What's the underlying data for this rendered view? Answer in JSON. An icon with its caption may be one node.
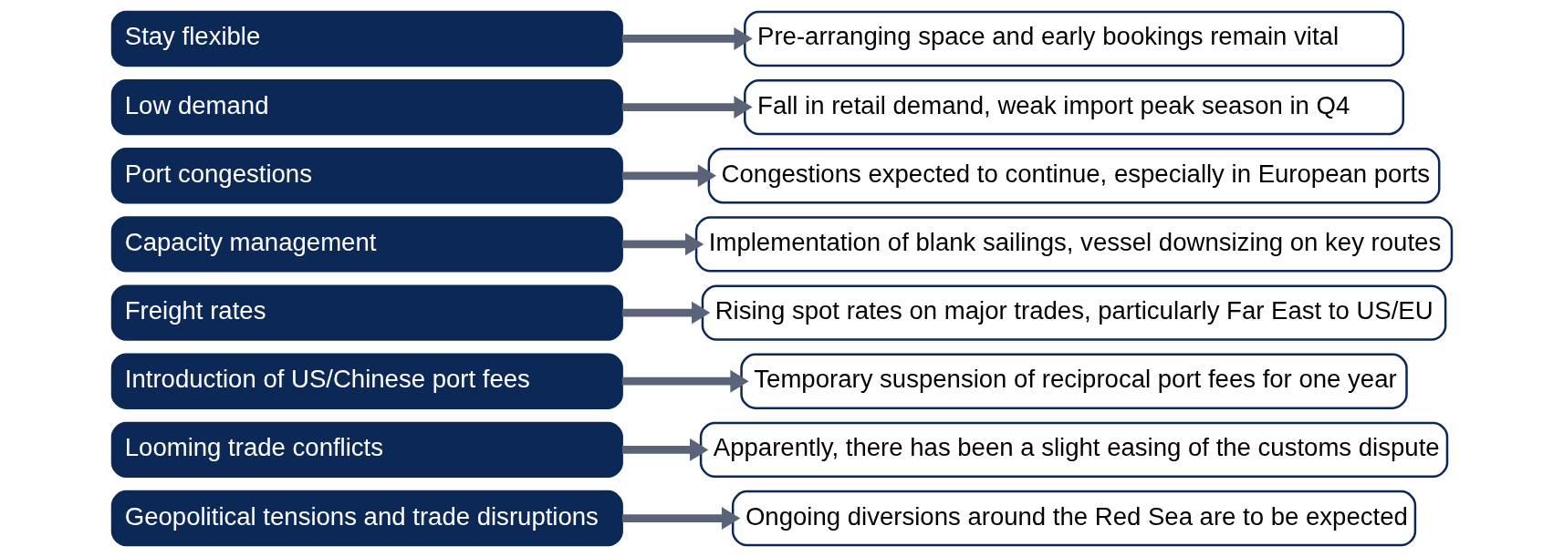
{
  "diagram": {
    "nodes": [
      {
        "text": [
          "Geopolitical tensions and trade disruptions"
        ]
      },
      {
        "text": [
          "Ongoing diversions around the Red Sea are to be expected"
        ]
      },
      {
        "text": [
          "Looming trade conflicts"
        ]
      },
      {
        "text": [
          "Apparently, there has been a slight easing of the customs dispute"
        ]
      },
      {
        "text": [
          "Introduction of US/Chinese port fees"
        ]
      },
      {
        "text": [
          "Temporary suspension of reciprocal port fees for one year"
        ]
      },
      {
        "text": [
          "Freight rates"
        ]
      },
      {
        "text": [
          "Rising spot rates on major trades, particularly Far East to US/EU"
        ]
      },
      {
        "text": [
          "Capacity management"
        ]
      },
      {
        "text": [
          "Implementation of blank sailings, vessel downsizing on key routes"
        ]
      },
      {
        "text": [
          "Port congestions"
        ]
      },
      {
        "text": [
          "Congestions expected to continue, especially in European ports"
        ]
      },
      {
        "text": [
          "Low demand"
        ]
      },
      {
        "text": [
          "Fall in retail demand, weak import peak season in Q4"
        ]
      },
      {
        "text": [
          "Stay flexible"
        ]
      },
      {
        "text": [
          "Pre-arranging space and early bookings remain vital"
        ]
      }
    ],
    "edges": [
      {
        "from": 0,
        "to": 1,
        "arrow": "to"
      },
      {
        "from": 2,
        "to": 3,
        "arrow": "to"
      },
      {
        "from": 4,
        "to": 5,
        "arrow": "to"
      },
      {
        "from": 6,
        "to": 7,
        "arrow": "to"
      },
      {
        "from": 8,
        "to": 9,
        "arrow": "to"
      },
      {
        "from": 10,
        "to": 11,
        "arrow": "to"
      },
      {
        "from": 12,
        "to": 13,
        "arrow": "to"
      },
      {
        "from": 14,
        "to": 15,
        "arrow": "to"
      }
    ]
  }
}
